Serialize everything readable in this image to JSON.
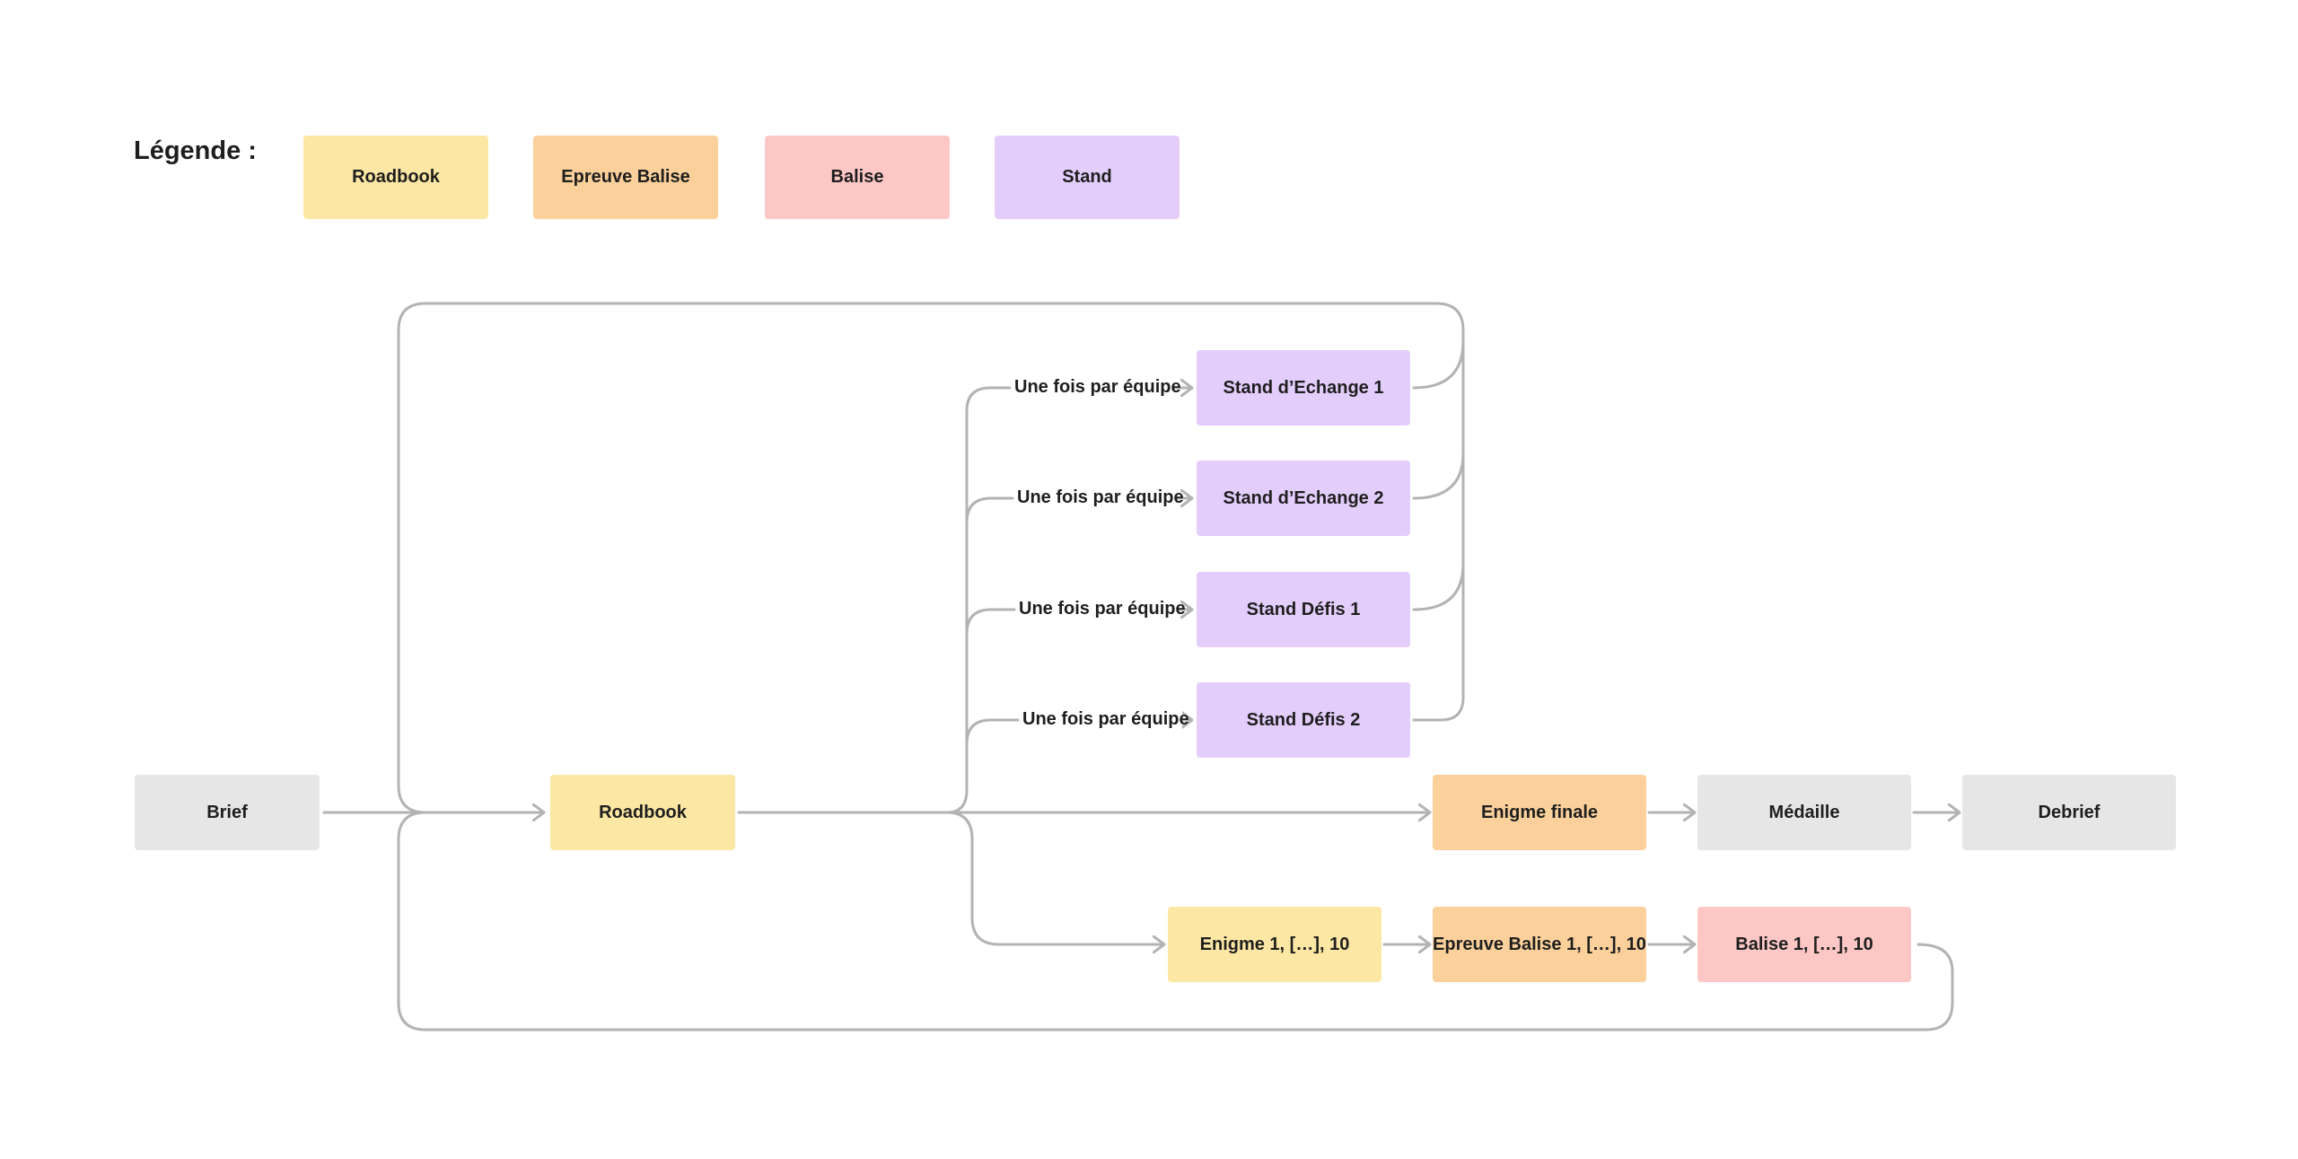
{
  "legend": {
    "title": "Légende :",
    "items": [
      {
        "key": "roadbook",
        "label": "Roadbook",
        "color": "#fde7a4"
      },
      {
        "key": "epreuve",
        "label": "Epreuve Balise",
        "color": "#fbd09b"
      },
      {
        "key": "balise",
        "label": "Balise",
        "color": "#fcc7c5"
      },
      {
        "key": "stand",
        "label": "Stand",
        "color": "#e3cdfb"
      }
    ]
  },
  "nodes": {
    "brief": "Brief",
    "roadbook": "Roadbook",
    "stand_echange_1": "Stand d’Echange 1",
    "stand_echange_2": "Stand d’Echange 2",
    "stand_defis_1": "Stand Défis 1",
    "stand_defis_2": "Stand Défis 2",
    "enigme_finale": "Enigme finale",
    "medaille": "Médaille",
    "debrief": "Debrief",
    "enigmes": "Enigme 1, […], 10",
    "epreuves_balise": "Epreuve Balise 1, […], 10",
    "balises": "Balise 1, […], 10"
  },
  "edge_labels": {
    "stand_echange_1": "Une fois par équipe",
    "stand_echange_2": "Une fois par équipe",
    "stand_defis_1": "Une fois par équipe",
    "stand_defis_2": "Une fois par équipe"
  },
  "colors": {
    "connector": "#b3b3b3",
    "neutral": "#e6e6e6",
    "text": "#1e1e1e"
  }
}
